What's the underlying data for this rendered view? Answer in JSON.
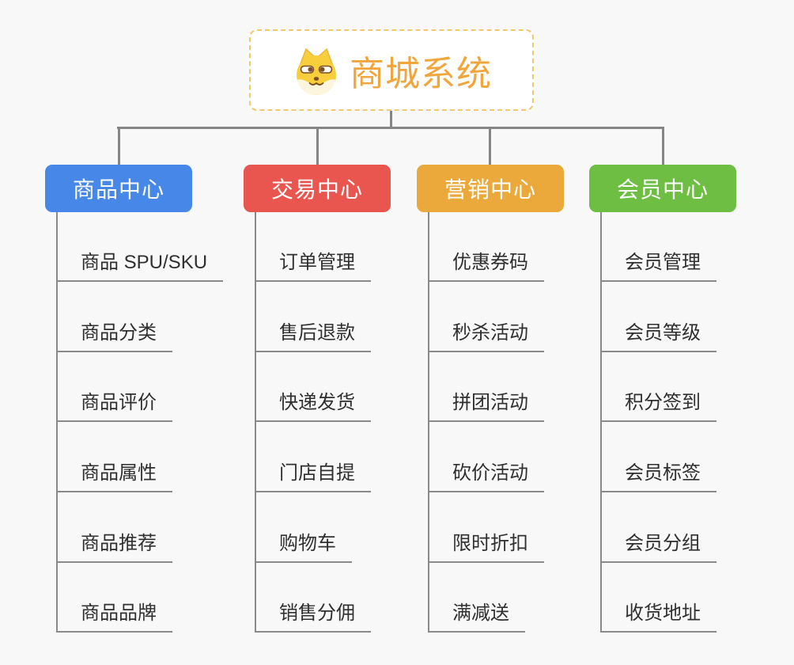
{
  "root": {
    "label": "商城系统",
    "icon": "dog-icon",
    "text_color": "#f0a63c",
    "border_color": "#f3c672"
  },
  "branches": [
    {
      "label": "商品中心",
      "color": "#4687e8",
      "items": [
        "商品 SPU/SKU",
        "商品分类",
        "商品评价",
        "商品属性",
        "商品推荐",
        "商品品牌"
      ]
    },
    {
      "label": "交易中心",
      "color": "#e9554f",
      "items": [
        "订单管理",
        "售后退款",
        "快递发货",
        "门店自提",
        "购物车",
        "销售分佣"
      ]
    },
    {
      "label": "营销中心",
      "color": "#eba93b",
      "items": [
        "优惠券码",
        "秒杀活动",
        "拼团活动",
        "砍价活动",
        "限时折扣",
        "满减送"
      ]
    },
    {
      "label": "会员中心",
      "color": "#6dbe43",
      "items": [
        "会员管理",
        "会员等级",
        "积分签到",
        "会员标签",
        "会员分组",
        "收货地址"
      ]
    }
  ],
  "palette": {
    "background": "#f8f8f8",
    "connector_line": "#858585",
    "subtopic_underline": "#8a8a8a",
    "subtopic_text": "#2f2f2f"
  }
}
